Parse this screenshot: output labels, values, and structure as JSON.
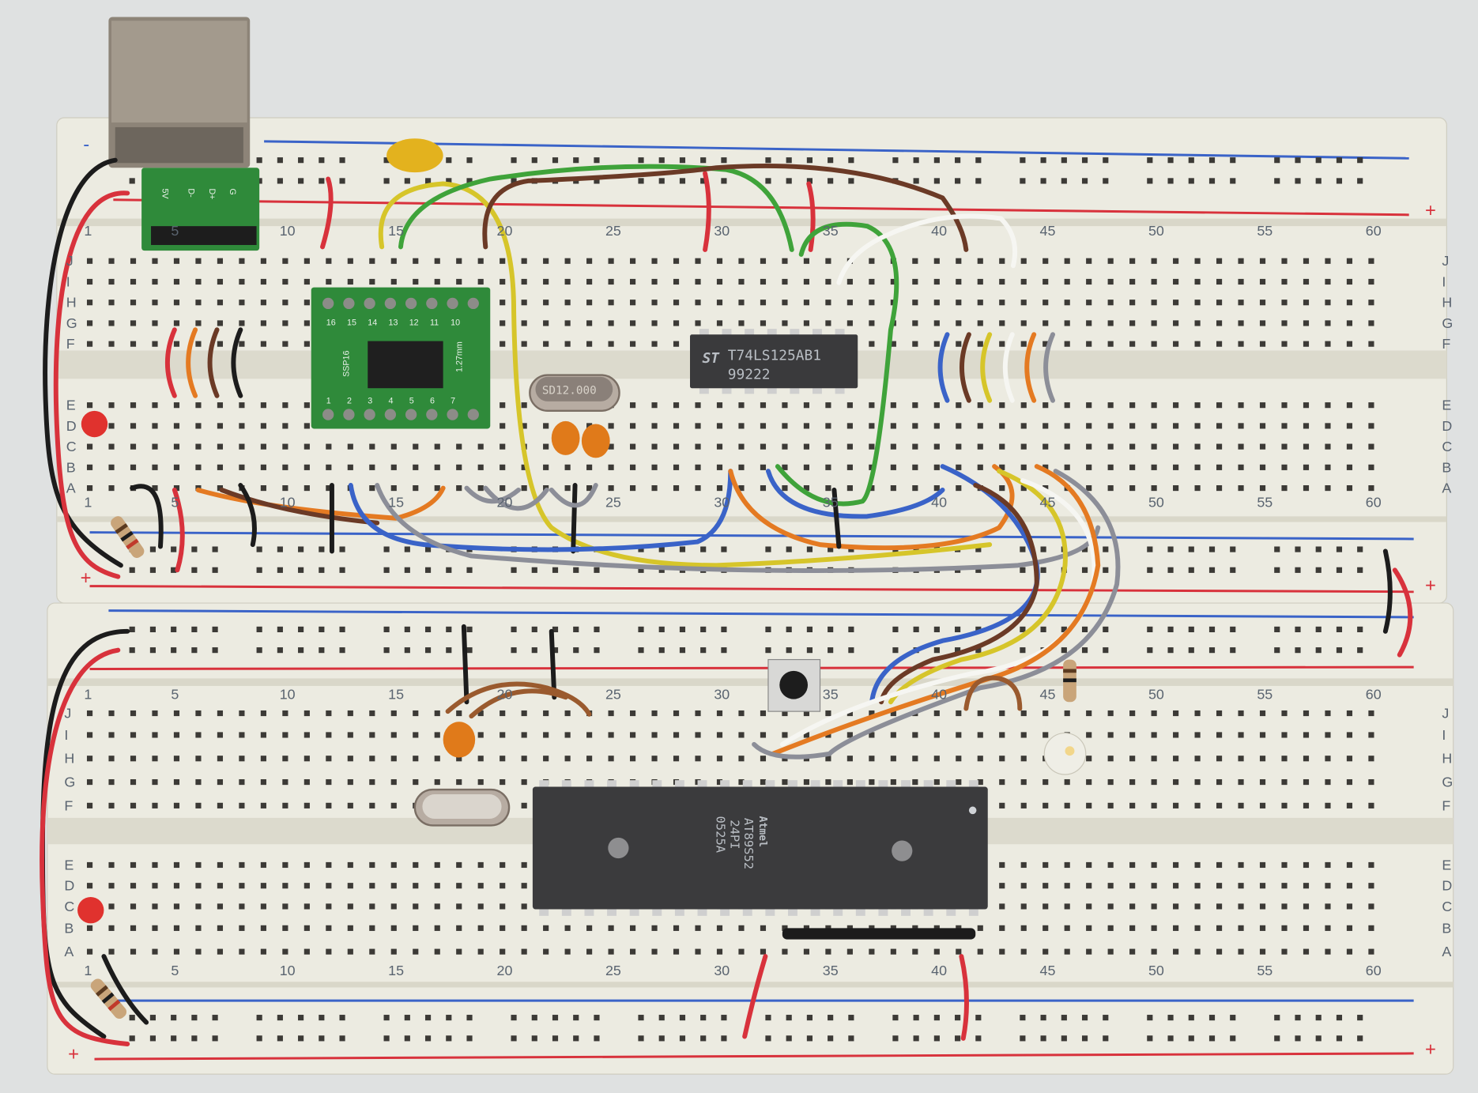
{
  "column_numbers": [
    "1",
    "5",
    "10",
    "15",
    "20",
    "25",
    "30",
    "35",
    "40",
    "45",
    "50",
    "55",
    "60"
  ],
  "row_letters_top": [
    "J",
    "I",
    "H",
    "G",
    "F"
  ],
  "row_letters_bottom": [
    "E",
    "D",
    "C",
    "B",
    "A"
  ],
  "rail_symbols": {
    "minus": "-",
    "plus": "+"
  },
  "usb_breakout": {
    "pins": [
      "5V",
      "D-",
      "D+",
      "G"
    ]
  },
  "ssop_adapter": {
    "name": "SSP16",
    "pitch": "1.27mm",
    "pins_top": [
      "16",
      "15",
      "14",
      "13",
      "12",
      "11",
      "10"
    ],
    "pins_bottom": [
      "1",
      "2",
      "3",
      "4",
      "5",
      "6",
      "7"
    ]
  },
  "buffer_chip": {
    "logo": "ST",
    "part": "T74LS125AB1",
    "code": "99222"
  },
  "crystal_top": {
    "label": "SD12.000"
  },
  "mcu_chip": {
    "logo": "Atmel",
    "part": "AT89S52",
    "speed": "24PI",
    "date": "0525A"
  },
  "colors": {
    "board": "#ecebe0",
    "blue_rail": "#3a63c8",
    "red_rail": "#d8323c",
    "chip": "#3a3a3c",
    "pcb": "#2f8a3a"
  }
}
